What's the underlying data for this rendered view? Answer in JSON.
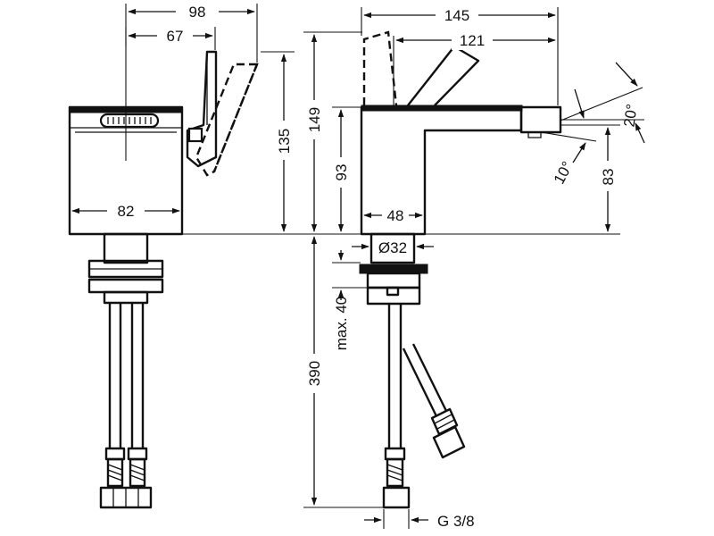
{
  "dimensions": {
    "side_total_depth": "98",
    "side_handle_offset": "67",
    "side_body_width": "82",
    "side_handle_height": "135",
    "front_total_height": "149",
    "front_lever_length": "145",
    "front_spout_length": "121",
    "front_body_height": "93",
    "front_base_width": "48",
    "spout_angle": "20°",
    "spout_tilt": "10°",
    "spout_height": "83",
    "shank_diameter": "Ø32",
    "max_thickness": "max. 40",
    "hose_length": "390",
    "connection_thread": "G 3/8"
  }
}
